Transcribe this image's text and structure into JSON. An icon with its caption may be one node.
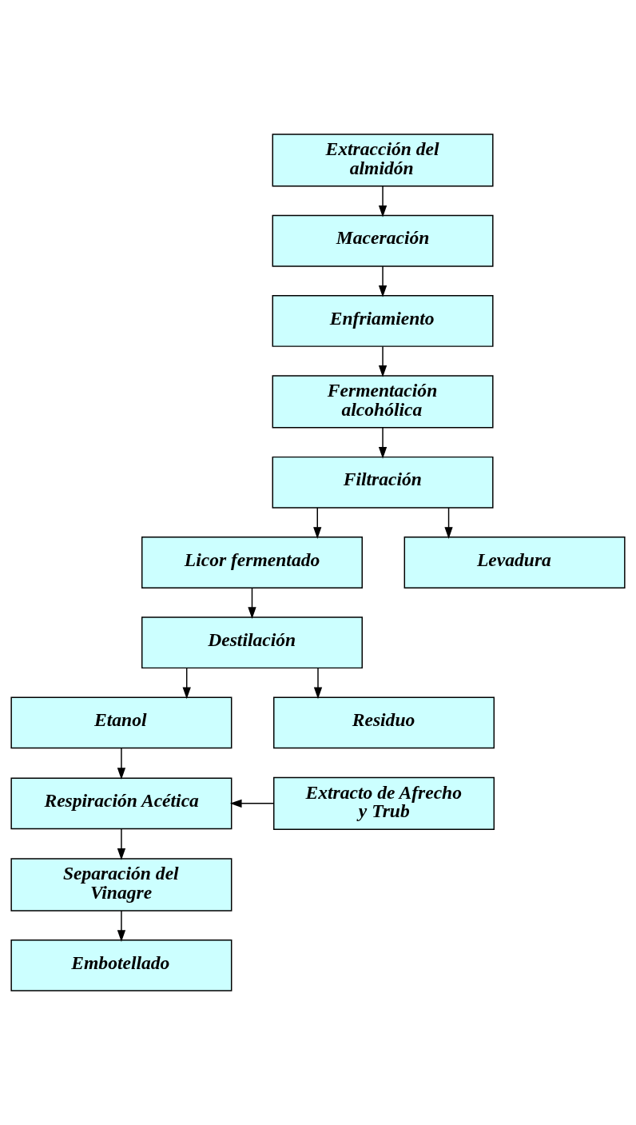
{
  "diagram": {
    "nodes": [
      {
        "text": [
          "Extracción del almidón"
        ]
      },
      {
        "text": [
          "Maceración"
        ]
      },
      {
        "text": [
          "Enfriamiento"
        ]
      },
      {
        "text": [
          "Fermentación alcohólica"
        ]
      },
      {
        "text": [
          "Filtración"
        ]
      },
      {
        "text": [
          "Licor fermentado"
        ]
      },
      {
        "text": [
          "Levadura"
        ]
      },
      {
        "text": [
          "Destilación"
        ]
      },
      {
        "text": [
          "Etanol"
        ]
      },
      {
        "text": [
          "Residuo"
        ]
      },
      {
        "text": [
          "Respiración Acética"
        ]
      },
      {
        "text": [
          "Extracto de Afrecho y Trub"
        ]
      },
      {
        "text": [
          "Separación del Vinagre"
        ]
      },
      {
        "text": [
          "Embotellado"
        ]
      }
    ],
    "edges": [
      {
        "from": 0,
        "to": 1,
        "arrow": "to"
      },
      {
        "from": 1,
        "to": 2,
        "arrow": "to"
      },
      {
        "from": 2,
        "to": 3,
        "arrow": "to"
      },
      {
        "from": 3,
        "to": 4,
        "arrow": "to"
      },
      {
        "from": 4,
        "to": 5,
        "arrow": "to"
      },
      {
        "from": 4,
        "to": 6,
        "arrow": "to"
      },
      {
        "from": 5,
        "to": 7,
        "arrow": "to"
      },
      {
        "from": 7,
        "to": 8,
        "arrow": "to"
      },
      {
        "from": 7,
        "to": 9,
        "arrow": "to"
      },
      {
        "from": 8,
        "to": 10,
        "arrow": "to"
      },
      {
        "from": 11,
        "to": 10,
        "arrow": "to"
      },
      {
        "from": 10,
        "to": 12,
        "arrow": "to"
      },
      {
        "from": 12,
        "to": 13,
        "arrow": "to"
      }
    ]
  }
}
